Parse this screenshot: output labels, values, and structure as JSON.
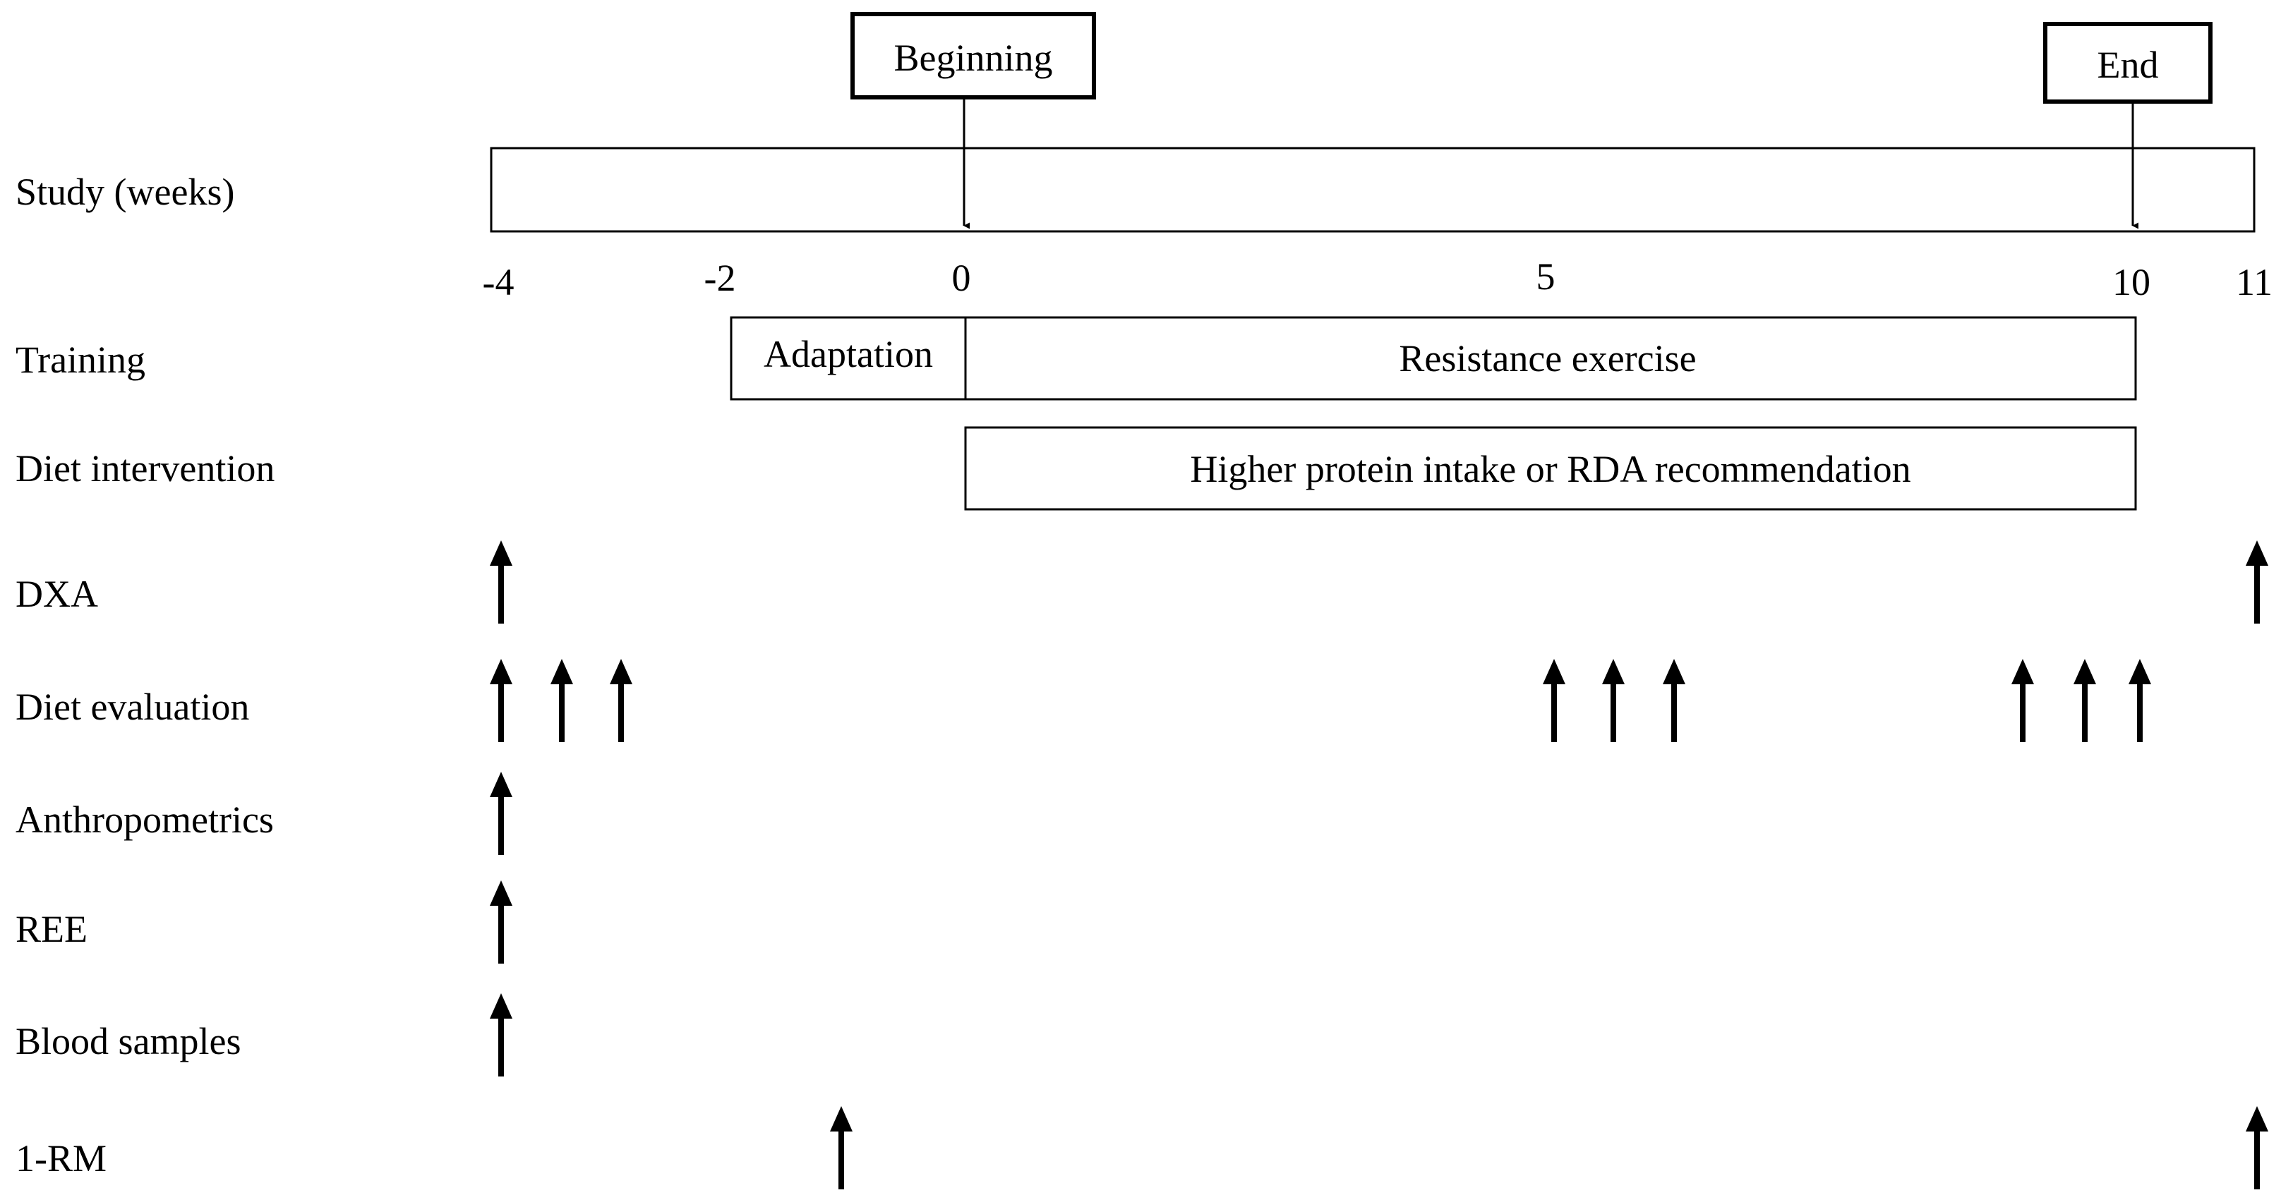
{
  "markers": {
    "beginning": "Beginning",
    "end": "End"
  },
  "rows": {
    "study": "Study (weeks)",
    "training": "Training",
    "diet_intervention": "Diet intervention",
    "dxa": "DXA",
    "diet_evaluation": "Diet evaluation",
    "anthropometrics": "Anthropometrics",
    "ree": "REE",
    "blood_samples": "Blood samples",
    "one_rm": "1-RM"
  },
  "ticks": [
    "-4",
    "-2",
    "0",
    "5",
    "10",
    "11"
  ],
  "boxes": {
    "adaptation": "Adaptation",
    "resistance_exercise": "Resistance exercise",
    "diet": "Higher protein intake or RDA recommendation"
  },
  "colors": {
    "line": "#000000",
    "background": "#ffffff"
  }
}
